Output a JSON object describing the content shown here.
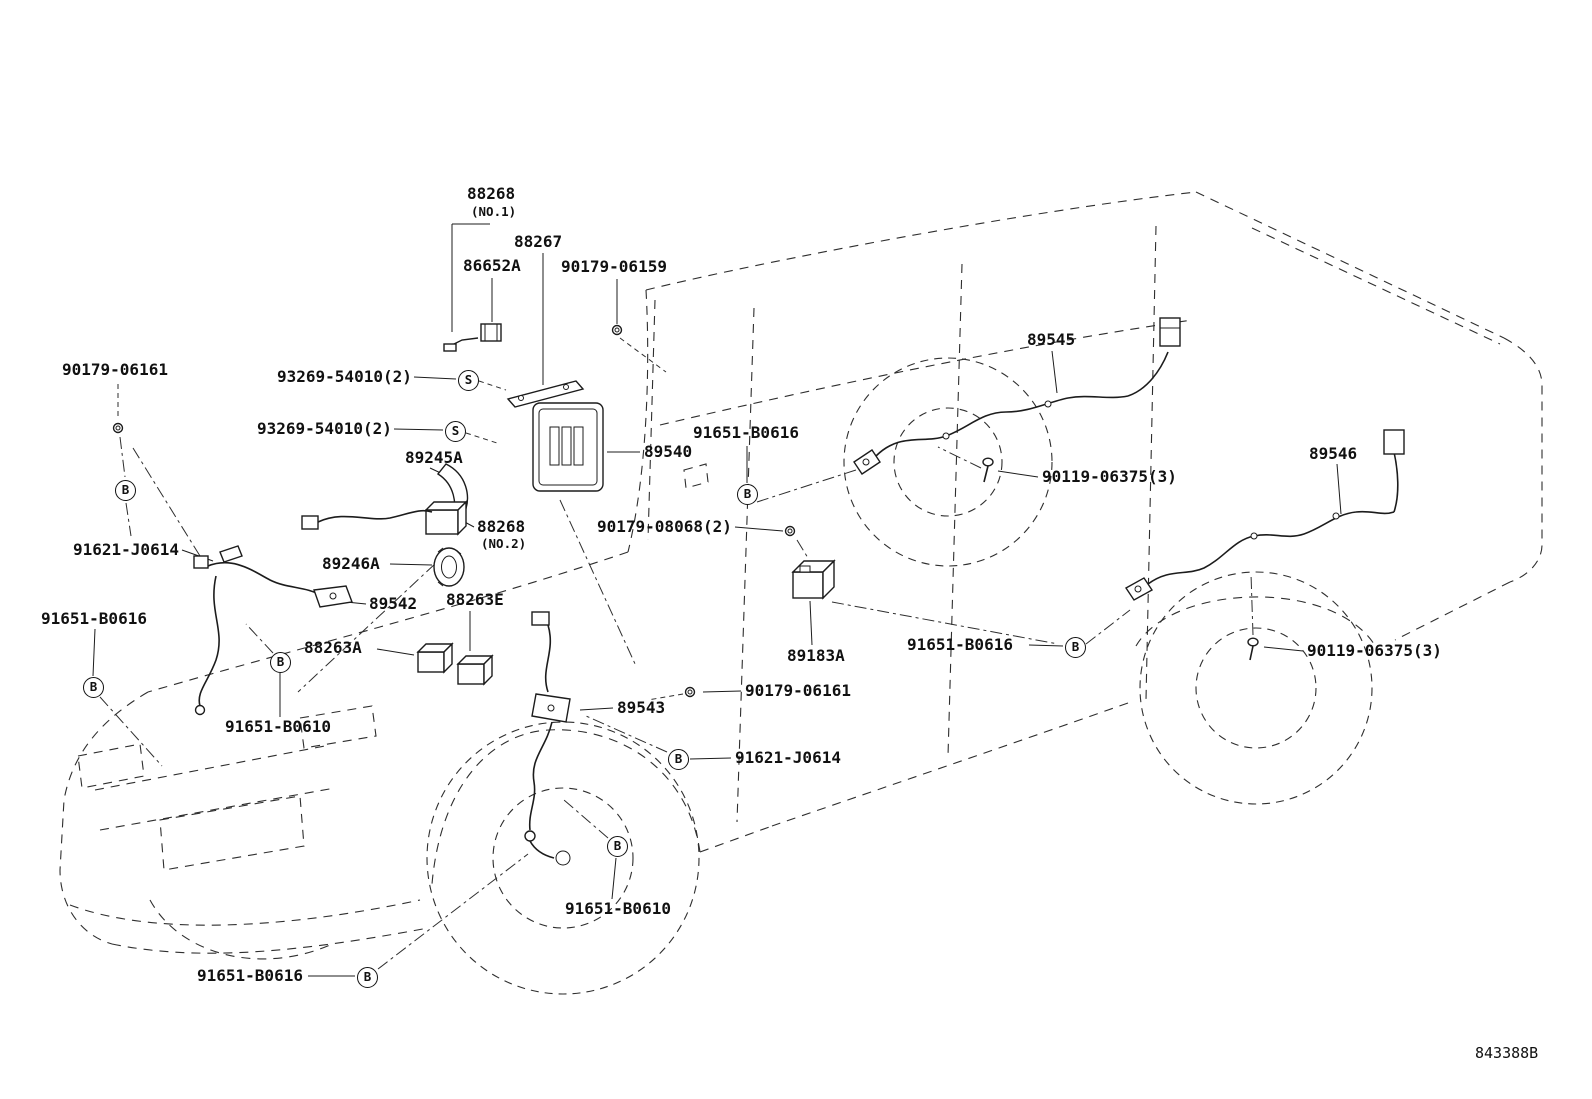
{
  "figure": {
    "code": "843388B"
  },
  "symbols": {
    "bolt": "B",
    "screw": "S"
  },
  "parts": {
    "p88268": "88268",
    "no1": "(NO.1)",
    "no2": "(NO.2)",
    "p88267": "88267",
    "p86652a": "86652A",
    "p90179_06159": "90179-06159",
    "p90179_06161": "90179-06161",
    "p93269_54010": "93269-54010(2)",
    "p89245a": "89245A",
    "p89540": "89540",
    "p91651_b0616": "91651-B0616",
    "p89545": "89545",
    "p90119_06375": "90119-06375(3)",
    "p89546": "89546",
    "p91621_j0614": "91621-J0614",
    "p90179_08068": "90179-08068(2)",
    "p89246a": "89246A",
    "p88263e": "88263E",
    "p89542": "89542",
    "p88263a": "88263A",
    "p89183a": "89183A",
    "p89543": "89543",
    "p91651_b0610": "91651-B0610"
  }
}
